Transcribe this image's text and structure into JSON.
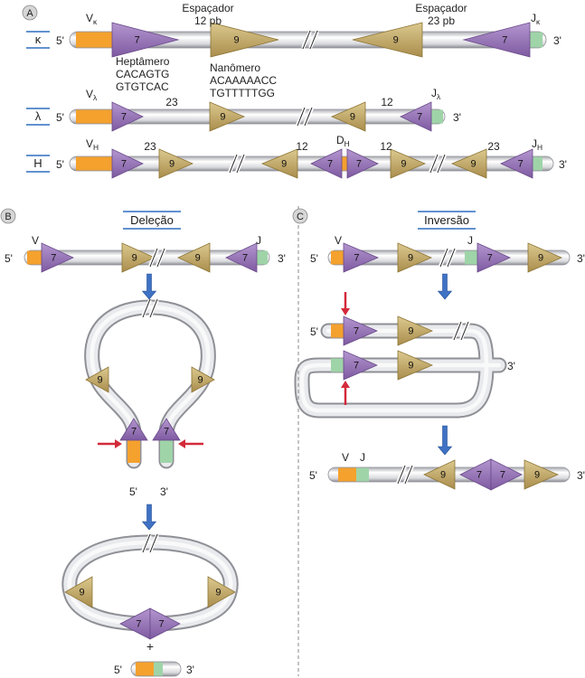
{
  "panel_a": {
    "badge": "A",
    "spacer_12": [
      "Espaçador",
      "12 pb"
    ],
    "spacer_23": [
      "Espaçador",
      "23 pb"
    ],
    "heptamer": [
      "Heptâmero",
      "CACAGTG",
      "GTGTCAC"
    ],
    "nonamer": [
      "Nanômero",
      "ACAAAAACC",
      "TGTTTTTGG"
    ],
    "kappa": {
      "symbol": "κ",
      "v": "Vκ",
      "j": "Jκ"
    },
    "lambda": {
      "symbol": "λ",
      "v": "Vλ",
      "j": "Jλ",
      "sp1": "23",
      "sp2": "12"
    },
    "heavy": {
      "symbol": "H",
      "v": "VH",
      "d": "DH",
      "j": "JH",
      "sp1": "23",
      "sp2": "12",
      "sp3": "12",
      "sp4": "23"
    }
  },
  "panel_b": {
    "badge": "B",
    "title": "Deleção",
    "v": "V",
    "j": "J",
    "plus": "+"
  },
  "panel_c": {
    "badge": "C",
    "title": "Inversão",
    "v": "V",
    "j": "J"
  },
  "common": {
    "five": "5'",
    "three": "3'",
    "hept": "7",
    "non": "9"
  },
  "colors": {
    "orange": "#f4a12e",
    "green": "#9fd4a8",
    "purple": "#9670b4",
    "tan": "#c1a766",
    "red": "#d32a3a",
    "blue": "#3f72c4"
  }
}
